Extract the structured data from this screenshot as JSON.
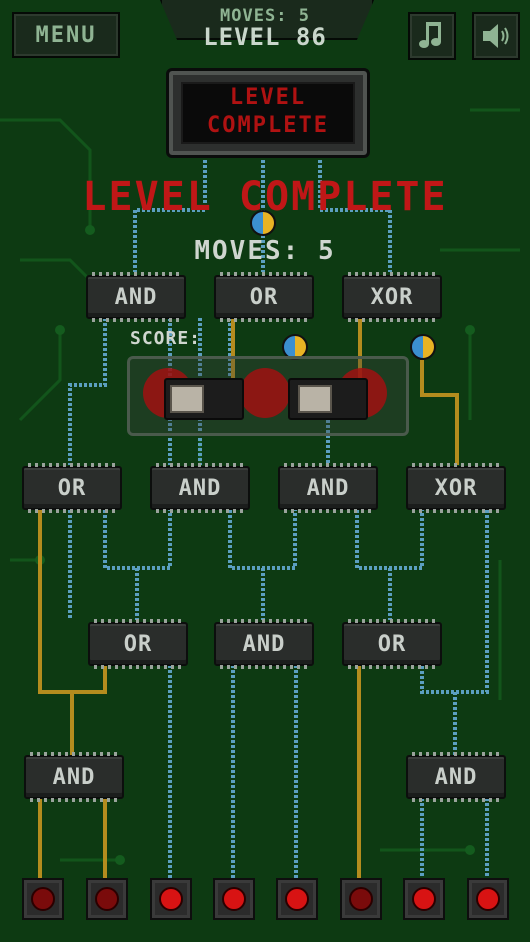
{
  "hud": {
    "menu_label": "MENU",
    "moves_label": "MOVES: 5",
    "level_label": "LEVEL 86",
    "music_icon": "music-note-icon",
    "sound_icon": "speaker-icon"
  },
  "display": {
    "line1": "LEVEL",
    "line2": "COMPLETE"
  },
  "overlay": {
    "title": "LEVEL COMPLETE",
    "moves": "MOVES: 5",
    "score_label": "SCORE:",
    "score_stars_lit": 0,
    "score_stars_total": 3
  },
  "colors": {
    "board": "#0d3a12",
    "active_wire": "#5b9fc0",
    "inactive_wire": "#b48c1e",
    "led_on": "#d81313",
    "led_off": "#7a0b0b",
    "title_red": "#c01717"
  },
  "gates": {
    "row1": [
      "AND",
      "OR",
      "XOR"
    ],
    "row2": [
      "OR",
      "AND",
      "AND",
      "XOR"
    ],
    "row3": [
      "OR",
      "AND",
      "OR"
    ],
    "row4": [
      "AND",
      "AND"
    ]
  },
  "leds": [
    false,
    false,
    true,
    true,
    true,
    false,
    true,
    true
  ]
}
